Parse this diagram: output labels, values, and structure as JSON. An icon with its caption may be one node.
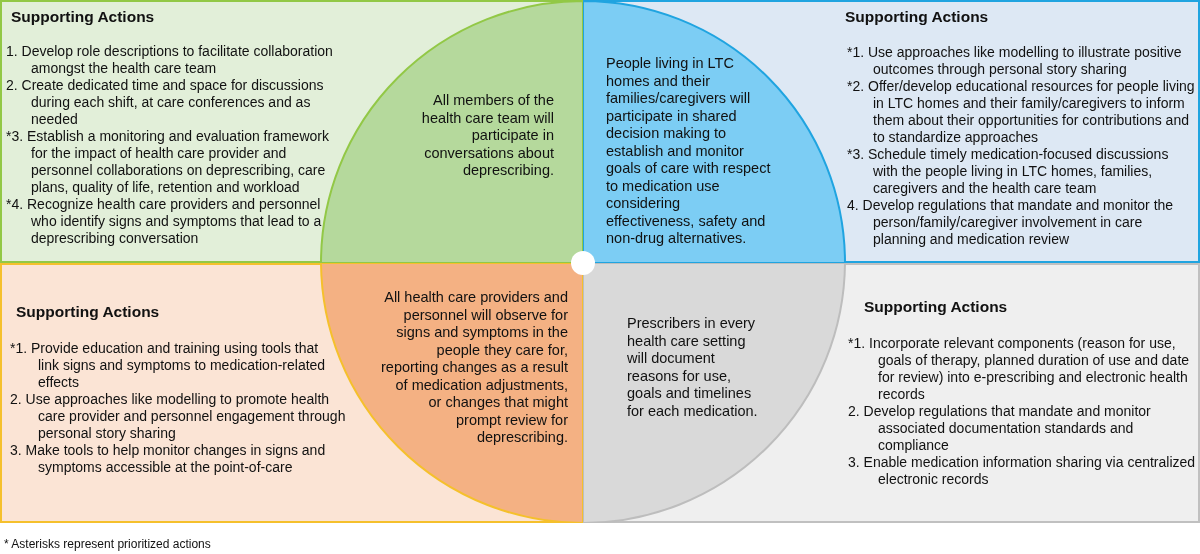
{
  "diagram": {
    "nodes": [
      {
        "text": [
          "Supporting Actions",
          "1. Develop role descriptions to facilitate collaboration amongst the health care team",
          "2. Create dedicated time and space for discussions during each shift, at care conferences and as needed",
          "*3. Establish a monitoring and evaluation framework for the impact of health care provider and personnel collaborations on deprescribing, care plans, quality of life, retention and workload",
          "*4. Recognize health care providers and personnel who identify signs and symptoms that lead to a deprescribing conversation"
        ]
      },
      {
        "text": [
          "All members of the health care team will participate in conversations about deprescribing."
        ],
        "in": 0
      },
      {
        "text": [
          "Supporting Actions",
          "*1. Use approaches like modelling to illustrate positive outcomes through personal story sharing",
          "*2. Offer/develop educational resources for people living in LTC homes and their family/caregivers to inform them about their opportunities for contributions and to standardize approaches",
          "*3. Schedule timely medication-focused discussions with the people living in LTC homes, families, caregivers and the health care team",
          "4. Develop regulations that mandate and monitor the person/family/caregiver involvement in care planning and medication review"
        ]
      },
      {
        "text": [
          "People living in LTC homes and their families/caregivers will participate in shared decision making to establish and monitor goals of care with respect to medication use considering effectiveness, safety and non-drug alternatives."
        ],
        "in": 2
      },
      {
        "text": [
          "Supporting Actions",
          "*1. Provide education and training using tools that link signs and symptoms to medication-related effects",
          "2. Use approaches like modelling to promote health care provider and personnel engagement through personal story sharing",
          "3. Make tools to help monitor changes in signs and symptoms accessible at the point-of-care"
        ]
      },
      {
        "text": [
          "All health care providers and personnel will observe for signs and symptoms in the people they care for, reporting changes as a result of medication adjustments, or changes that might prompt review for deprescribing."
        ],
        "in": 4
      },
      {
        "text": [
          "Supporting Actions",
          "*1. Incorporate relevant components (reason for use, goals of therapy, planned duration of use and date for review) into e-prescribing and electronic health records",
          "2. Develop regulations that mandate and monitor associated documentation standards and compliance",
          "3. Enable medication information sharing via centralized electronic records"
        ]
      },
      {
        "text": [
          "Prescribers in every health care setting will document reasons for use, goals and timelines for each medication."
        ],
        "in": 6
      }
    ],
    "labels": [
      "* Asterisks represent prioritized actions"
    ]
  }
}
